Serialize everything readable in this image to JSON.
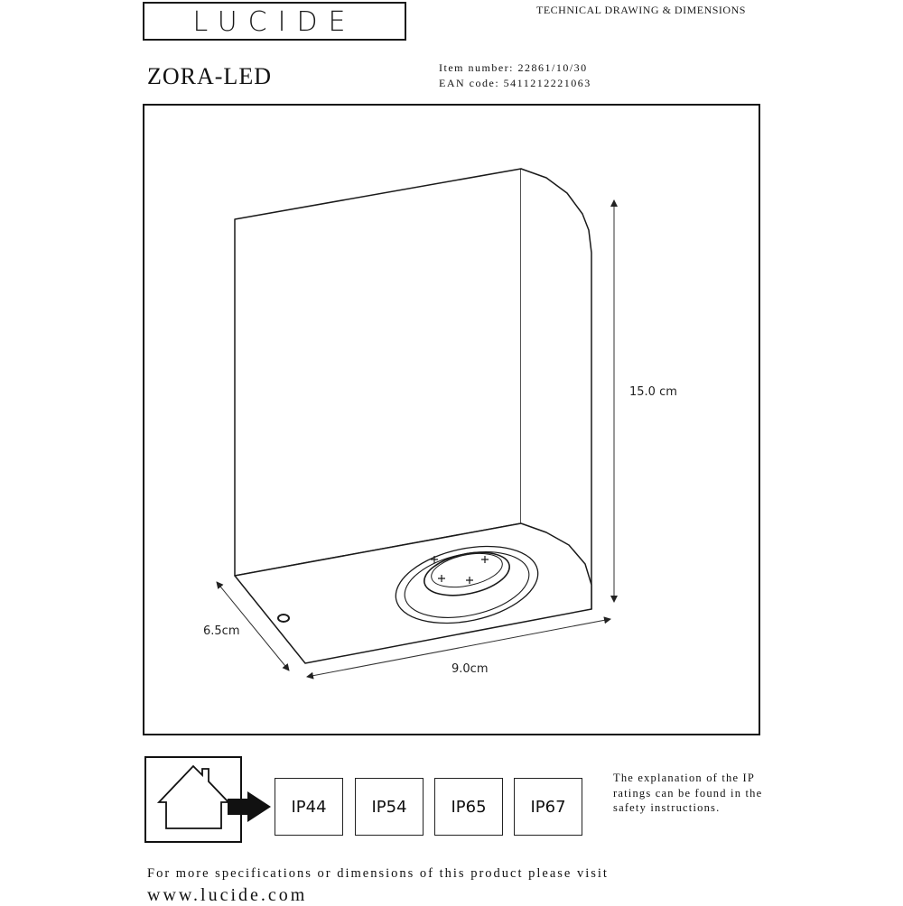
{
  "header": {
    "brand": "LUCIDE",
    "document_type": "TECHNICAL DRAWING & DIMENSIONS",
    "product_name": "ZORA-LED",
    "item_number": "Item number: 22861/10/30",
    "ean_code": "EAN code: 5411212221063"
  },
  "drawing": {
    "height_label": "15.0 cm",
    "depth_label": "6.5cm",
    "width_label": "9.0cm"
  },
  "ip_section": {
    "ratings": [
      "IP44",
      "IP54",
      "IP65",
      "IP67"
    ],
    "note": "The explanation of the IP ratings can be found in the safety instructions."
  },
  "footer": {
    "line": "For more specifications or dimensions of this product please visit",
    "url": "www.lucide.com"
  }
}
